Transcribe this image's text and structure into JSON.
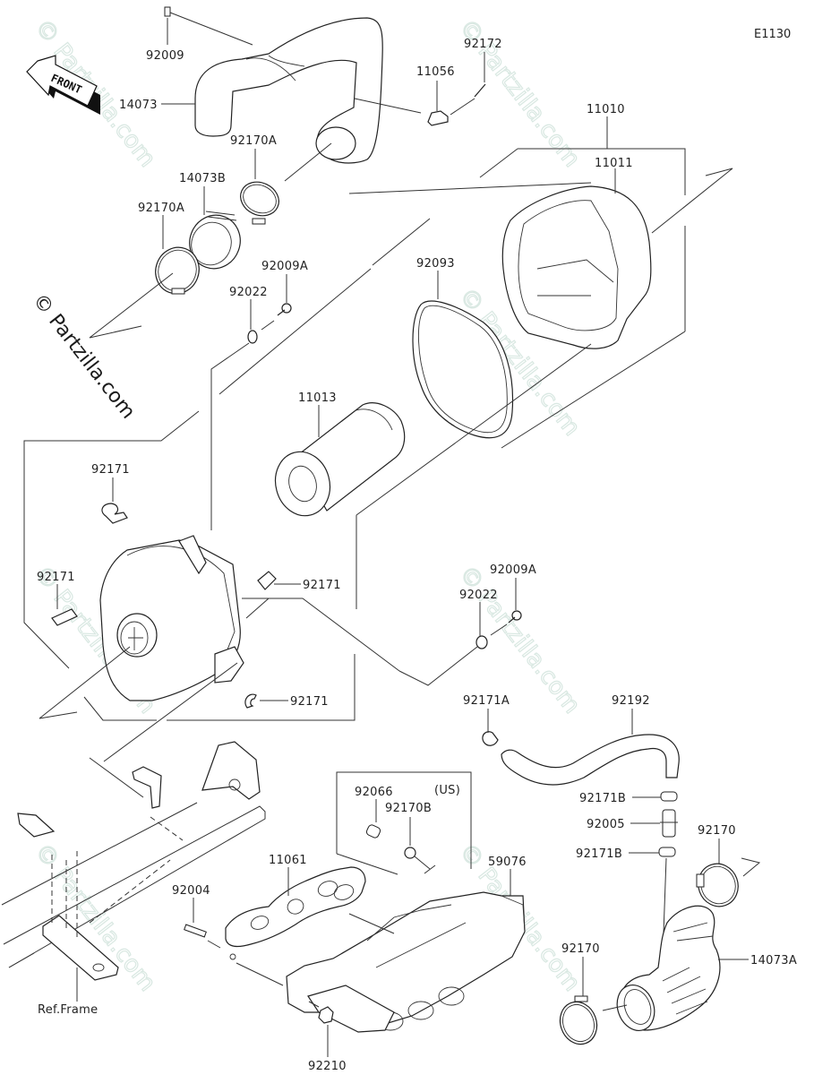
{
  "diagram": {
    "code": "E1130",
    "front_label": "FRONT",
    "watermark": "© Partzilla.com",
    "region_note": "(US)",
    "ref_frame_label": "Ref.Frame",
    "parts": [
      {
        "id": "p92009",
        "label": "92009"
      },
      {
        "id": "p14073",
        "label": "14073"
      },
      {
        "id": "p92172",
        "label": "92172"
      },
      {
        "id": "p11056",
        "label": "11056"
      },
      {
        "id": "p11010",
        "label": "11010"
      },
      {
        "id": "p11011",
        "label": "11011"
      },
      {
        "id": "p92170A_upper",
        "label": "92170A"
      },
      {
        "id": "p14073B",
        "label": "14073B"
      },
      {
        "id": "p92170A_lower",
        "label": "92170A"
      },
      {
        "id": "p92009A_upper",
        "label": "92009A"
      },
      {
        "id": "p92022_upper",
        "label": "92022"
      },
      {
        "id": "p92093",
        "label": "92093"
      },
      {
        "id": "p11013",
        "label": "11013"
      },
      {
        "id": "p92171_top",
        "label": "92171"
      },
      {
        "id": "p92171_left",
        "label": "92171"
      },
      {
        "id": "p92171_right",
        "label": "92171"
      },
      {
        "id": "p92171_bottom",
        "label": "92171"
      },
      {
        "id": "p92009A_lower",
        "label": "92009A"
      },
      {
        "id": "p92022_lower",
        "label": "92022"
      },
      {
        "id": "p92171A",
        "label": "92171A"
      },
      {
        "id": "p92192",
        "label": "92192"
      },
      {
        "id": "p92066",
        "label": "92066"
      },
      {
        "id": "p92170B",
        "label": "92170B"
      },
      {
        "id": "p92171B_upper",
        "label": "92171B"
      },
      {
        "id": "p92005",
        "label": "92005"
      },
      {
        "id": "p92171B_lower",
        "label": "92171B"
      },
      {
        "id": "p92170_upper",
        "label": "92170"
      },
      {
        "id": "p11061",
        "label": "11061"
      },
      {
        "id": "p59076",
        "label": "59076"
      },
      {
        "id": "p92004",
        "label": "92004"
      },
      {
        "id": "p92170_lower",
        "label": "92170"
      },
      {
        "id": "p14073A",
        "label": "14073A"
      },
      {
        "id": "p92210",
        "label": "92210"
      }
    ]
  }
}
